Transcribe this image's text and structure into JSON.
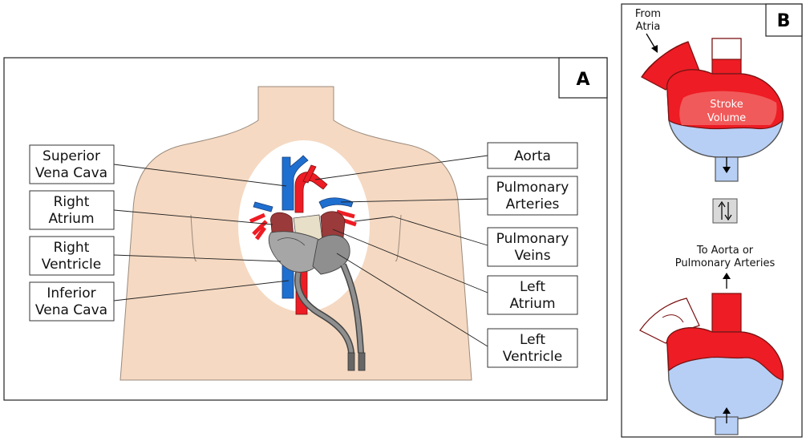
{
  "panel_a": {
    "label": "A",
    "labels_left": [
      {
        "line1": "Superior",
        "line2": "Vena Cava"
      },
      {
        "line1": "Right",
        "line2": "Atrium"
      },
      {
        "line1": "Right",
        "line2": "Ventricle"
      },
      {
        "line1": "Inferior",
        "line2": "Vena Cava"
      }
    ],
    "labels_right": [
      {
        "line1": "Aorta",
        "line2": ""
      },
      {
        "line1": "Pulmonary",
        "line2": "Arteries"
      },
      {
        "line1": "Pulmonary",
        "line2": "Veins"
      },
      {
        "line1": "Left",
        "line2": "Atrium"
      },
      {
        "line1": "Left",
        "line2": "Ventricle"
      }
    ]
  },
  "panel_b": {
    "label": "B",
    "from_atria_line1": "From",
    "from_atria_line2": "Atria",
    "stroke_volume_line1": "Stroke",
    "stroke_volume_line2": "Volume",
    "to_line1": "To Aorta or",
    "to_line2": "Pulmonary Arteries"
  },
  "colors": {
    "skin": "#f5d9c2",
    "oxygenated": "#ee1c24",
    "deoxygenated": "#1e6fd0",
    "device_gray": "#a6a6a6",
    "fluid_blue": "#b7cff5"
  }
}
